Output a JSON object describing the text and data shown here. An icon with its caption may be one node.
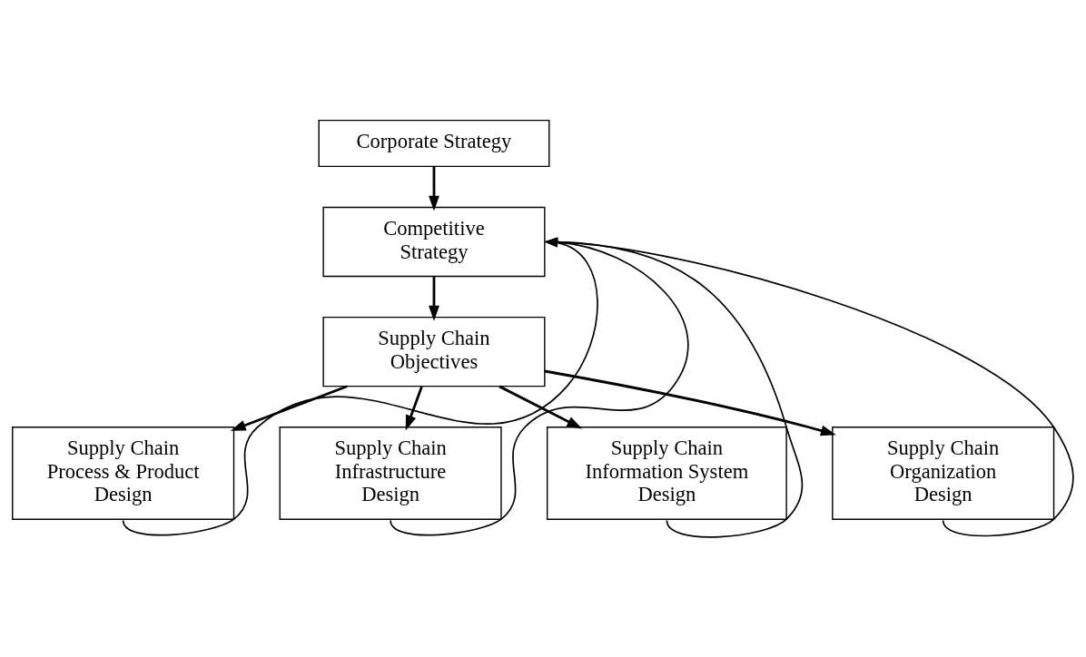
{
  "diagram": {
    "nodes": [
      {
        "text": [
          "Corporate Strategy"
        ]
      },
      {
        "text": [
          "Competitive Strategy"
        ]
      },
      {
        "text": [
          "Supply Chain Objectives"
        ]
      },
      {
        "text": [
          "Supply Chain Process & Product Design"
        ]
      },
      {
        "text": [
          "Supply Chain Infrastructure Design"
        ]
      },
      {
        "text": [
          "Supply Chain Information System Design"
        ]
      },
      {
        "text": [
          "Supply Chain Organization Design"
        ]
      }
    ],
    "edges": [
      {
        "from": 0,
        "to": 1,
        "arrow": "to"
      },
      {
        "from": 1,
        "to": 2,
        "arrow": "to"
      },
      {
        "from": 2,
        "to": 3,
        "arrow": "to"
      },
      {
        "from": 2,
        "to": 4,
        "arrow": "to"
      },
      {
        "from": 2,
        "to": 5,
        "arrow": "to"
      },
      {
        "from": 2,
        "to": 6,
        "arrow": "to"
      },
      {
        "from": 3,
        "to": 1,
        "arrow": "to"
      },
      {
        "from": 4,
        "to": 1,
        "arrow": "to"
      },
      {
        "from": 5,
        "to": 1,
        "arrow": "to"
      },
      {
        "from": 6,
        "to": 1,
        "arrow": "to"
      }
    ]
  }
}
